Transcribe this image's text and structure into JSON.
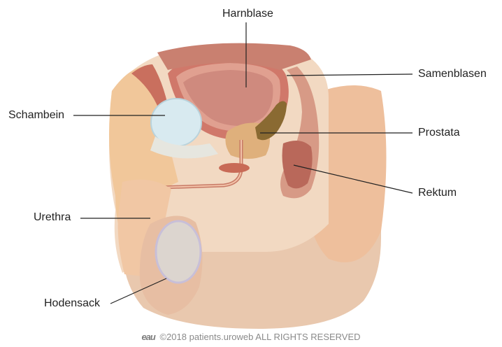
{
  "labels": {
    "harnblase": "Harnblase",
    "samenblasen": "Samenblasen",
    "schambein": "Schambein",
    "prostata": "Prostata",
    "rektum": "Rektum",
    "urethra": "Urethra",
    "hodensack": "Hodensack"
  },
  "footer": {
    "logo": "eau",
    "text": "©2018 patients.uroweb ALL RIGHTS RESERVED"
  },
  "colors": {
    "skin": "#f0d0b4",
    "bladder": "#d98a7e",
    "bone": "#d5e8ee",
    "prostate": "#e2b07e",
    "rectum": "#d49a86",
    "line": "#222222"
  }
}
